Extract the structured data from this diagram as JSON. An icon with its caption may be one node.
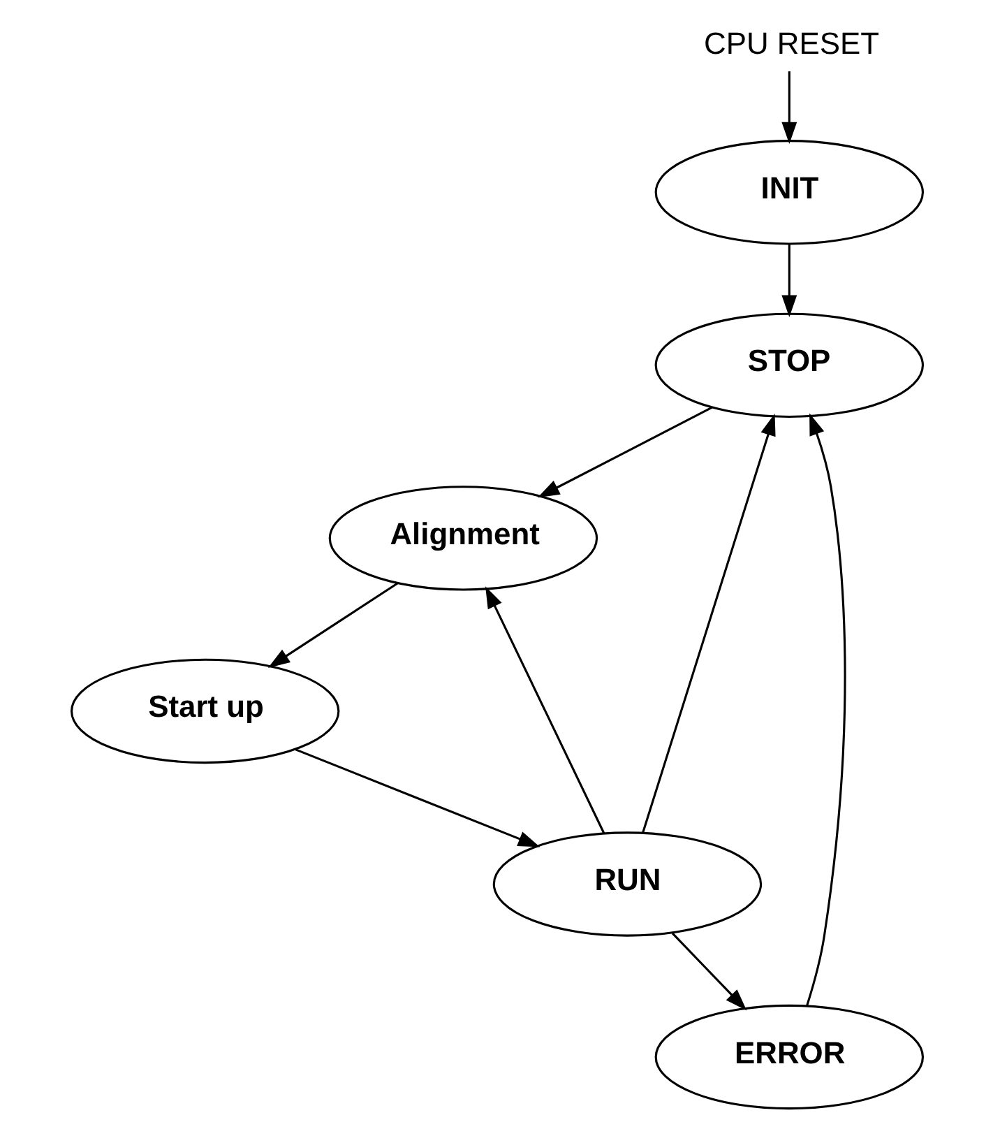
{
  "diagram": {
    "nodes": [
      {
        "text": [
          "CPU RESET"
        ]
      },
      {
        "text": [
          "INIT"
        ]
      },
      {
        "text": [
          "STOP"
        ]
      },
      {
        "text": [
          "Alignment"
        ]
      },
      {
        "text": [
          "Start up"
        ]
      },
      {
        "text": [
          "RUN"
        ]
      },
      {
        "text": [
          "ERROR"
        ]
      }
    ],
    "edges": [
      {
        "from": 0,
        "to": 1,
        "arrow": "to"
      },
      {
        "from": 1,
        "to": 2,
        "arrow": "to"
      },
      {
        "from": 2,
        "to": 3,
        "arrow": "to"
      },
      {
        "from": 3,
        "to": 4,
        "arrow": "to"
      },
      {
        "from": 4,
        "to": 5,
        "arrow": "to"
      },
      {
        "from": 5,
        "to": 2,
        "arrow": "to"
      },
      {
        "from": 5,
        "to": 3,
        "arrow": "to"
      },
      {
        "from": 5,
        "to": 6,
        "arrow": "to"
      },
      {
        "from": 6,
        "to": 2,
        "arrow": "to"
      }
    ]
  }
}
